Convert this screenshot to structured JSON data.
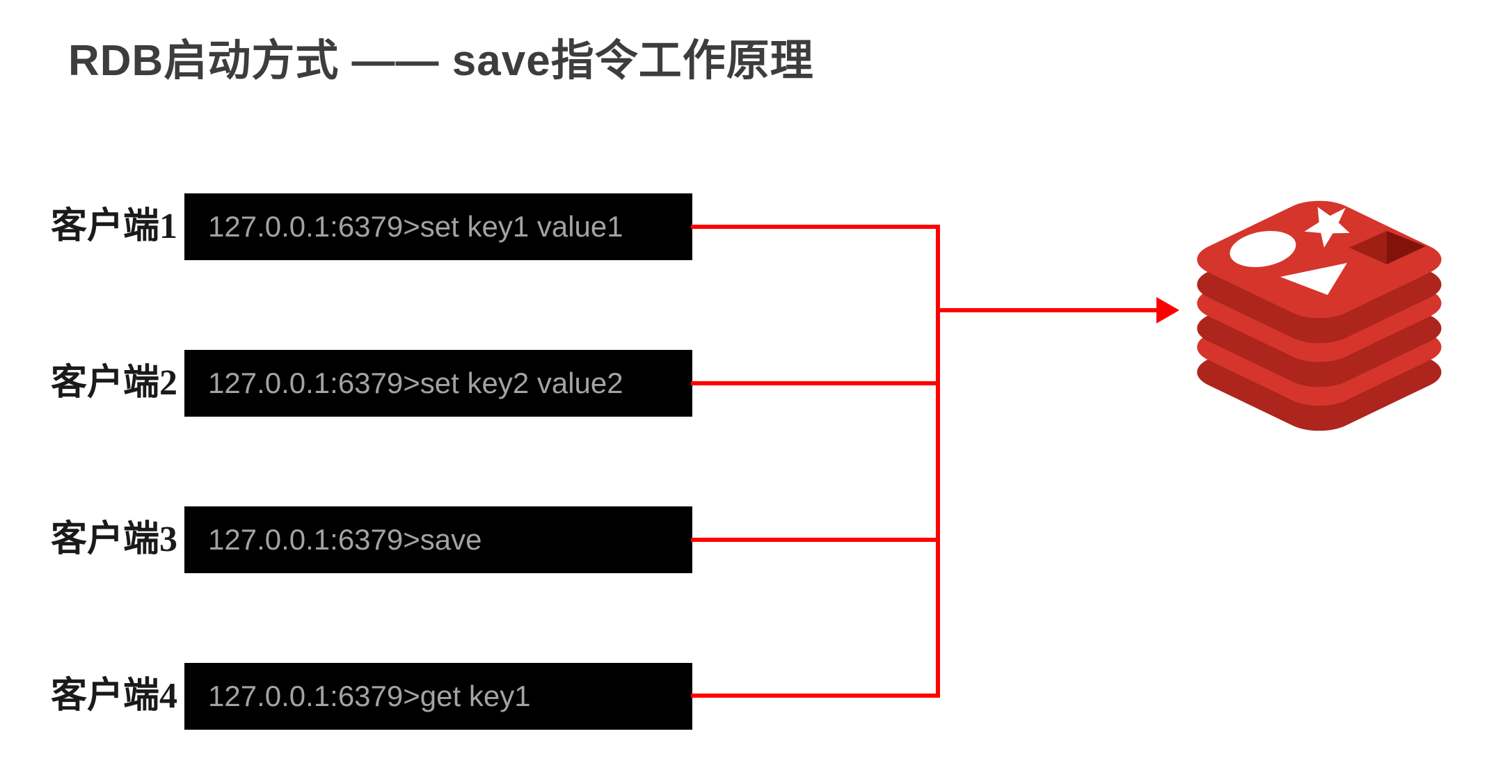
{
  "title": "RDB启动方式 —— save指令工作原理",
  "clients": [
    {
      "label": "客户端1",
      "command": "127.0.0.1:6379>set key1 value1"
    },
    {
      "label": "客户端2",
      "command": "127.0.0.1:6379>set key2 value2"
    },
    {
      "label": "客户端3",
      "command": "127.0.0.1:6379>save"
    },
    {
      "label": "客户端4",
      "command": "127.0.0.1:6379>get key1"
    }
  ],
  "server": {
    "icon": "redis-logo-icon"
  },
  "colors": {
    "connector_red": "#ff0000",
    "terminal_bg": "#000000",
    "terminal_text": "#a3a3a3",
    "title_text": "#3d3d3d",
    "label_text": "#1a1a1a",
    "redis_face": "#d6352c",
    "redis_side": "#ad251d",
    "redis_hole": "#9f1f15",
    "redis_hole_shadow": "#82130a"
  }
}
